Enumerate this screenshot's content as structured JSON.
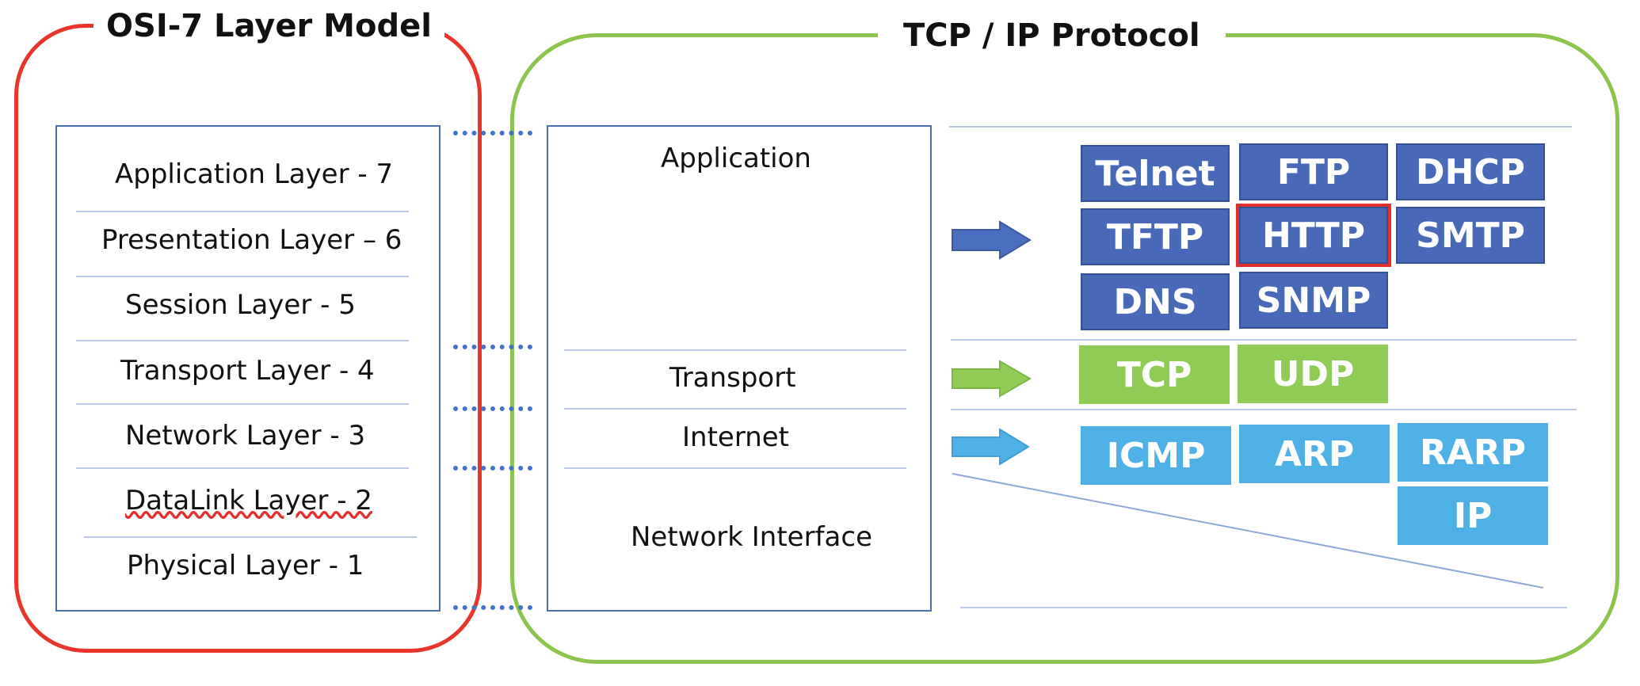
{
  "osi": {
    "title": "OSI-7 Layer Model",
    "layers": [
      "Application Layer - 7",
      "Presentation Layer – 6",
      "Session Layer - 5",
      "Transport Layer - 4",
      "Network Layer - 3",
      "DataLink Layer - 2",
      "Physical Layer - 1"
    ]
  },
  "tcpip": {
    "title": "TCP / IP Protocol",
    "layers": [
      "Application",
      "Transport",
      "Internet",
      "Network Interface"
    ],
    "protocols": {
      "application": [
        "Telnet",
        "FTP",
        "DHCP",
        "TFTP",
        "HTTP",
        "SMTP",
        "DNS",
        "SNMP"
      ],
      "transport": [
        "TCP",
        "UDP"
      ],
      "internet": [
        "ICMP",
        "ARP",
        "RARP",
        "IP"
      ]
    }
  },
  "colors": {
    "osi_frame": "#e8342a",
    "tcpip_frame": "#8dc44f",
    "box_border": "#4a6fad",
    "application_protocols": "#4869b8",
    "transport_protocols": "#8fcc56",
    "internet_protocols": "#4fb0e6",
    "highlight": "#e03030"
  }
}
